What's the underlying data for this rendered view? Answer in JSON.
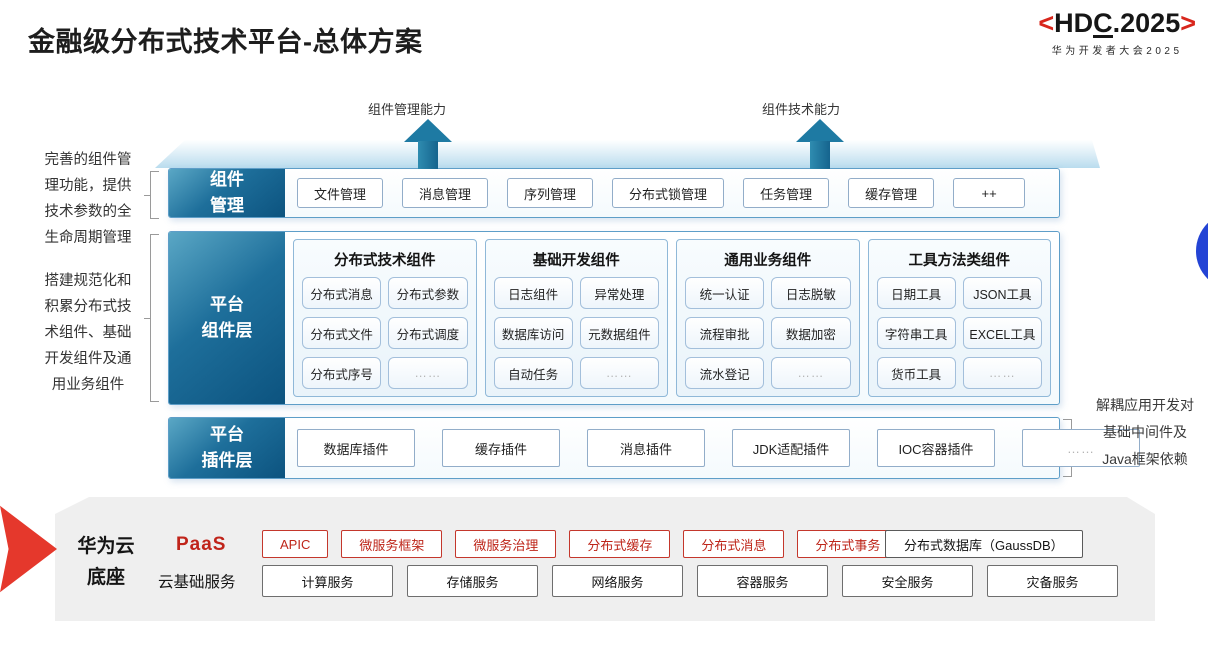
{
  "title": "金融级分布式技术平台-总体方案",
  "logo": {
    "bracket_left": "<",
    "part_hd": "HD",
    "part_c": "C",
    "part_rest": ".2025",
    "bracket_right": ">",
    "subtitle": "华为开发者大会2025"
  },
  "arrows": {
    "management_capability": "组件管理能力",
    "technical_capability": "组件技术能力"
  },
  "left_notes": {
    "note1": [
      "完善的组件管",
      "理功能，提供",
      "技术参数的全",
      "生命周期管理"
    ],
    "note2": [
      "搭建规范化和",
      "积累分布式技",
      "术组件、基础",
      "开发组件及通",
      "用业务组件"
    ]
  },
  "right_note": [
    "解耦应用开发对",
    "基础中间件及",
    "Java框架依赖"
  ],
  "rows": {
    "management": {
      "label": [
        "组件",
        "管理"
      ],
      "items": [
        "文件管理",
        "消息管理",
        "序列管理",
        "分布式锁管理",
        "任务管理",
        "缓存管理",
        "++"
      ]
    },
    "components": {
      "label": [
        "平台",
        "组件层"
      ],
      "groups": [
        {
          "title": "分布式技术组件",
          "items": [
            "分布式消息",
            "分布式参数",
            "分布式文件",
            "分布式调度",
            "分布式序号",
            "……"
          ]
        },
        {
          "title": "基础开发组件",
          "items": [
            "日志组件",
            "异常处理",
            "数据库访问",
            "元数据组件",
            "自动任务",
            "……"
          ]
        },
        {
          "title": "通用业务组件",
          "items": [
            "统一认证",
            "日志脱敏",
            "流程审批",
            "数据加密",
            "流水登记",
            "……"
          ]
        },
        {
          "title": "工具方法类组件",
          "items": [
            "日期工具",
            "JSON工具",
            "字符串工具",
            "EXCEL工具",
            "货币工具",
            "……"
          ]
        }
      ]
    },
    "plugins": {
      "label": [
        "平台",
        "插件层"
      ],
      "items": [
        "数据库插件",
        "缓存插件",
        "消息插件",
        "JDK适配插件",
        "IOC容器插件",
        "……"
      ]
    }
  },
  "foundation": {
    "label": [
      "华为云",
      "底座"
    ],
    "paas": {
      "label": "PaaS",
      "items": [
        "APIC",
        "微服务框架",
        "微服务治理",
        "分布式缓存",
        "分布式消息",
        "分布式事务"
      ],
      "db_item": "分布式数据库（GaussDB）"
    },
    "iaas": {
      "label": "云基础服务",
      "items": [
        "计算服务",
        "存储服务",
        "网络服务",
        "容器服务",
        "安全服务",
        "灾备服务"
      ]
    }
  },
  "colors": {
    "huawei_red": "#d8261c",
    "foundation_arrow_red": "#e5382c",
    "layer_label_blue": "#0c537f",
    "arrow_teal": "#1e7aa3",
    "ornament_blue": "#2444d5"
  }
}
